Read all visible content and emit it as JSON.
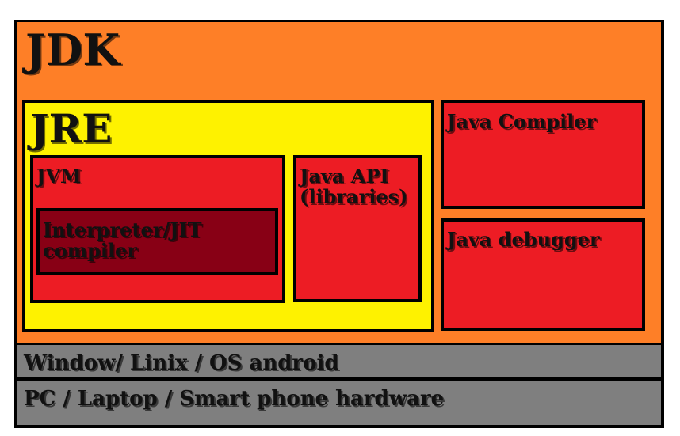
{
  "jdk": {
    "label": "JDK"
  },
  "jre": {
    "label": "JRE"
  },
  "jvm": {
    "label": "JVM"
  },
  "interpreter": {
    "label": "Interpreter/JIT\ncompiler"
  },
  "java_api": {
    "label": "Java API\n(libraries)"
  },
  "java_compiler": {
    "label": "Java Compiler"
  },
  "java_debugger": {
    "label": "Java debugger"
  },
  "os_layer": {
    "label": "Window/ Linix / OS android"
  },
  "hardware_layer": {
    "label": "PC / Laptop / Smart phone hardware"
  },
  "colors": {
    "jdk": "#fe7f27",
    "jre": "#fef200",
    "component": "#ed1c24",
    "interpreter": "#880015",
    "layer": "#7f7f7f"
  }
}
